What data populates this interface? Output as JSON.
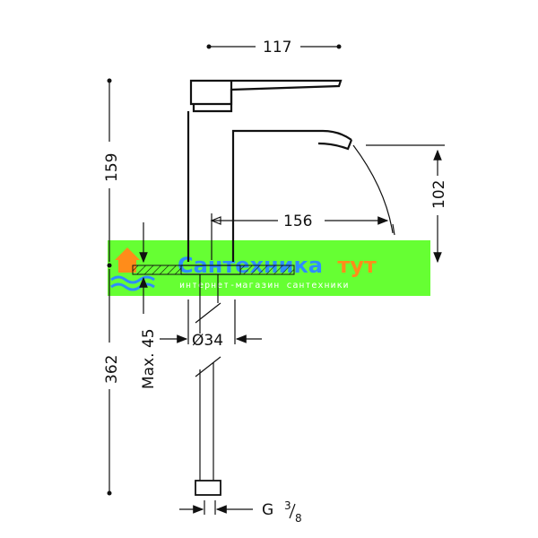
{
  "dimensions": {
    "top_width": "117",
    "spout_reach": "156",
    "spout_height": "102",
    "body_height": "159",
    "total_height": "362",
    "max_thickness": "Max. 45",
    "hole_diameter": "Ø34",
    "thread_prefix": "G",
    "thread_num": "3",
    "thread_den": "8"
  },
  "watermark": {
    "title_part1": "Сантехника",
    "title_part2": "тут",
    "subtitle": "интернет-магазин сантехники"
  },
  "colors": {
    "watermark_band": "#66ff33",
    "watermark_text_blue": "#2f8cff",
    "watermark_text_orange": "#ff8c1a",
    "line": "#111111"
  }
}
